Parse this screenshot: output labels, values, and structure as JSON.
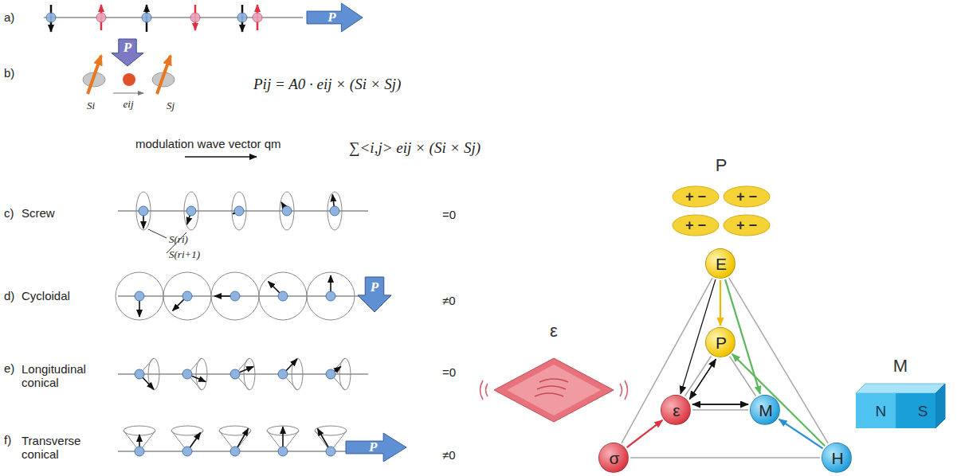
{
  "diagram": {
    "nodes": [
      {
        "text": [
          "P"
        ]
      },
      {
        "text": [
          "P"
        ]
      },
      {
        "text": [
          "P"
        ]
      },
      {
        "text": [
          "P"
        ]
      },
      {
        "text": [
          "+ −"
        ]
      },
      {
        "text": [
          "+ −"
        ]
      },
      {
        "text": [
          "+ −"
        ]
      },
      {
        "text": [
          "+ −"
        ]
      },
      {
        "text": [
          "E"
        ]
      },
      {
        "text": [
          "P"
        ]
      },
      {
        "text": [
          "ε"
        ]
      },
      {
        "text": [
          "ε"
        ]
      },
      {
        "text": [
          "M"
        ]
      },
      {
        "text": [
          "M",
          "N",
          "S"
        ]
      },
      {
        "text": [
          "σ"
        ]
      },
      {
        "text": [
          "H"
        ]
      }
    ],
    "edges": [
      {
        "from": 8,
        "to": 14,
        "arrow": "none"
      },
      {
        "from": 8,
        "to": 15,
        "arrow": "none"
      },
      {
        "from": 14,
        "to": 15,
        "arrow": "none"
      },
      {
        "from": 9,
        "to": 11,
        "arrow": "none"
      },
      {
        "from": 9,
        "to": 12,
        "arrow": "none"
      },
      {
        "from": 11,
        "to": 12,
        "arrow": "none"
      },
      {
        "from": 8,
        "to": 9,
        "arrow": "to"
      },
      {
        "from": 8,
        "to": 12,
        "arrow": "to"
      },
      {
        "from": 15,
        "to": 9,
        "arrow": "to"
      },
      {
        "from": 14,
        "to": 11,
        "arrow": "to"
      },
      {
        "from": 15,
        "to": 12,
        "arrow": "to"
      },
      {
        "from": 8,
        "to": 11,
        "arrow": "to"
      },
      {
        "from": 9,
        "to": 11,
        "arrow": "to"
      },
      {
        "from": 11,
        "to": 9,
        "arrow": "to"
      },
      {
        "from": 11,
        "to": 12,
        "arrow": "to"
      },
      {
        "from": 12,
        "to": 11,
        "arrow": "to"
      }
    ],
    "labels": [
      "a)",
      "b)",
      "Si",
      "eij",
      "Sj",
      "Pij = A0 · eij × (Si × Sj)",
      "modulation wave vector qm",
      "∑<i,j> eij × (Si × Sj)",
      "c)",
      "Screw",
      "S(ri)",
      "S(ri+1)",
      "=0",
      "d)",
      "Cycloidal",
      "≠0",
      "e)",
      "Longitudinal conical",
      "=0",
      "f)",
      "Transverse conical",
      "≠0",
      "P"
    ]
  }
}
